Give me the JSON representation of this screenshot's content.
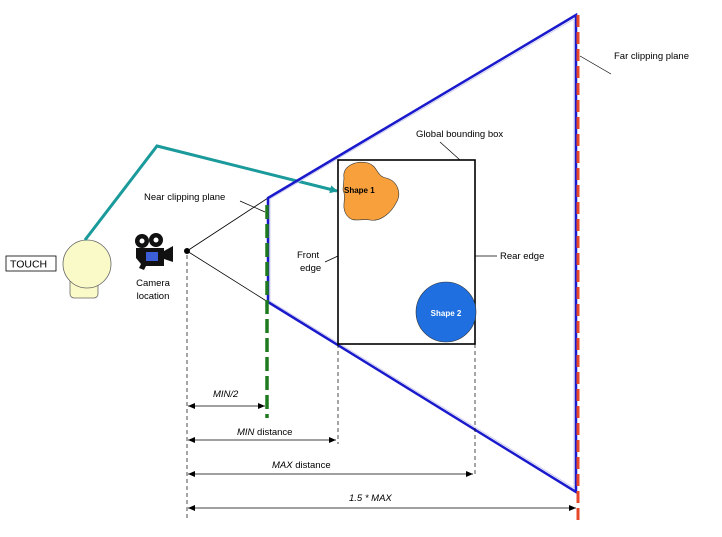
{
  "labels": {
    "touch": "TOUCH",
    "camera_location_1": "Camera",
    "camera_location_2": "location",
    "near_clipping_plane": "Near clipping plane",
    "far_clipping_plane": "Far clipping plane",
    "global_bounding_box": "Global bounding box",
    "front_edge_1": "Front",
    "front_edge_2": "edge",
    "rear_edge": "Rear edge",
    "shape1": "Shape 1",
    "shape2": "Shape 2"
  },
  "dimensions": {
    "half_min": {
      "italic": "MIN/2",
      "plain": ""
    },
    "min_distance": {
      "italic": "MIN",
      "plain": " distance"
    },
    "max_distance": {
      "italic": "MAX",
      "plain": " distance"
    },
    "one_and_half_max": {
      "italic": "1.5 * MAX",
      "plain": ""
    }
  },
  "colors": {
    "frustum": "#1a1acc",
    "near_plane": "#1f7a1f",
    "far_plane": "#e8482a",
    "touch_pointer": "#1a9a9a",
    "shape1_fill": "#f7a03c",
    "shape2_fill": "#1f6fe0",
    "head_fill": "#fafac8"
  },
  "icons": {
    "camera": "movie-camera-icon",
    "touch_device": "round-display-icon"
  }
}
